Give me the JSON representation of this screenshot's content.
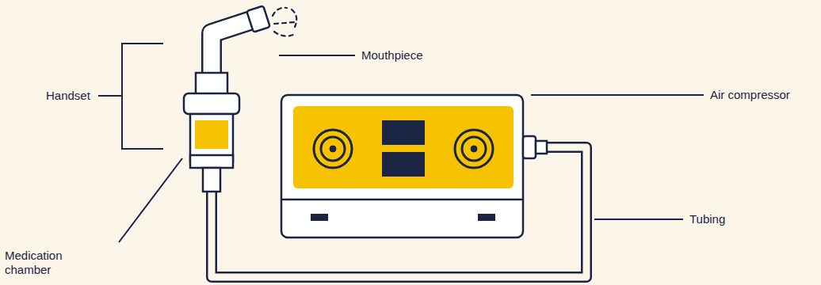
{
  "diagram": {
    "labels": [
      "Handset",
      "Mouthpiece",
      "Air compressor",
      "Tubing",
      "Medication chamber"
    ]
  }
}
